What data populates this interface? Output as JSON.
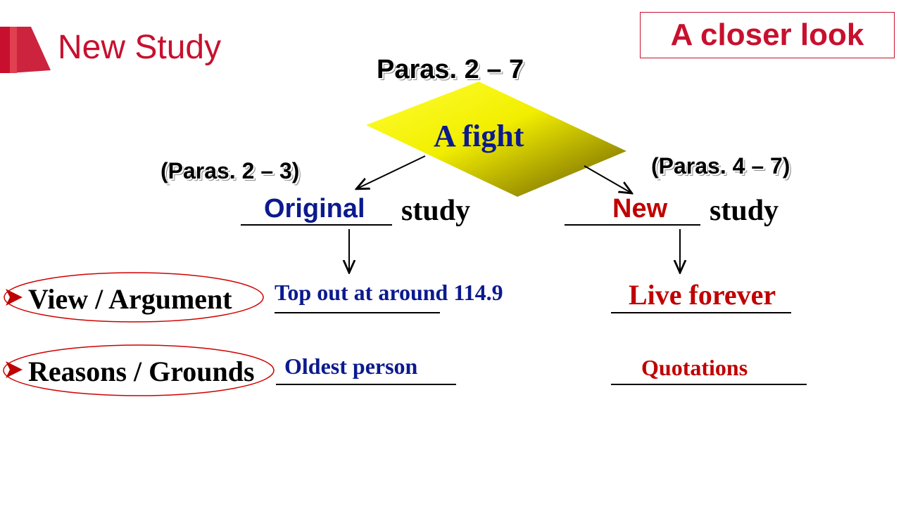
{
  "header": {
    "title": "New Study",
    "badge": "A closer look"
  },
  "diagram": {
    "top_label": "Paras. 2 – 7",
    "center_label": "A fight",
    "left": {
      "paras": "(Paras. 2 – 3)",
      "blank_answer": "Original",
      "suffix": "study",
      "view_answer": "Top out at around 114.9",
      "reason_answer": "Oldest person"
    },
    "right": {
      "paras": "(Paras. 4 – 7)",
      "blank_answer": "New",
      "suffix": "study",
      "view_answer": "Live forever",
      "reason_answer": "Quotations"
    },
    "rows": {
      "view": "View / Argument",
      "reasons": "Reasons / Grounds"
    }
  },
  "colors": {
    "brand_red": "#c8102e",
    "answer_blue": "#0b1a8e",
    "answer_red": "#c00000",
    "diamond_yellow": "#f5f000",
    "diamond_shadow": "#6b6400"
  }
}
